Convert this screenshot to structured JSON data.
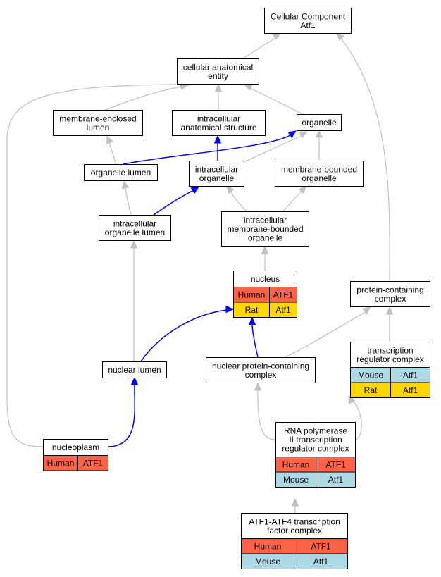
{
  "colors": {
    "human": "#ff6347",
    "rat": "#ffd700",
    "mouse": "#add8e6",
    "is_a_edge": "#c0c0c0",
    "part_of_edge": "#0000ff"
  },
  "nodes": {
    "cellular_component": {
      "lines": [
        "Cellular Component",
        "Atf1"
      ]
    },
    "cellular_anatomical_entity": {
      "lines": [
        "cellular anatomical",
        "entity"
      ]
    },
    "membrane_enclosed_lumen": {
      "lines": [
        "membrane-enclosed",
        "lumen"
      ]
    },
    "intracellular_anatomical_structure": {
      "lines": [
        "intracellular",
        "anatomical structure"
      ]
    },
    "organelle": {
      "lines": [
        "organelle"
      ]
    },
    "organelle_lumen": {
      "lines": [
        "organelle lumen"
      ]
    },
    "intracellular_organelle": {
      "lines": [
        "intracellular",
        "organelle"
      ]
    },
    "membrane_bounded_organelle": {
      "lines": [
        "membrane-bounded",
        "organelle"
      ]
    },
    "intracellular_organelle_lumen": {
      "lines": [
        "intracellular",
        "organelle lumen"
      ]
    },
    "intracellular_membrane_bounded_organelle": {
      "lines": [
        "intracellular",
        "membrane-bounded",
        "organelle"
      ]
    },
    "nucleus": {
      "lines": [
        "nucleus"
      ],
      "rows": [
        [
          "Human",
          "ATF1"
        ],
        [
          "Rat",
          "Atf1"
        ]
      ]
    },
    "protein_containing_complex": {
      "lines": [
        "protein-containing",
        "complex"
      ]
    },
    "transcription_regulator_complex": {
      "lines": [
        "transcription",
        "regulator complex"
      ],
      "rows": [
        [
          "Mouse",
          "Atf1"
        ],
        [
          "Rat",
          "Atf1"
        ]
      ]
    },
    "nuclear_lumen": {
      "lines": [
        "nuclear lumen"
      ]
    },
    "nuclear_protein_containing_complex": {
      "lines": [
        "nuclear protein-containing",
        "complex"
      ]
    },
    "nucleoplasm": {
      "lines": [
        "nucleoplasm"
      ],
      "rows": [
        [
          "Human",
          "ATF1"
        ]
      ]
    },
    "rna_polymerase_ii_complex": {
      "lines": [
        "RNA polymerase",
        "II transcription",
        "regulator complex"
      ],
      "rows": [
        [
          "Human",
          "ATF1"
        ],
        [
          "Mouse",
          "Atf1"
        ]
      ]
    },
    "atf1_atf4_complex": {
      "lines": [
        "ATF1-ATF4 transcription",
        "factor complex"
      ],
      "rows": [
        [
          "Human",
          "ATF1"
        ],
        [
          "Mouse",
          "Atf1"
        ]
      ]
    }
  }
}
